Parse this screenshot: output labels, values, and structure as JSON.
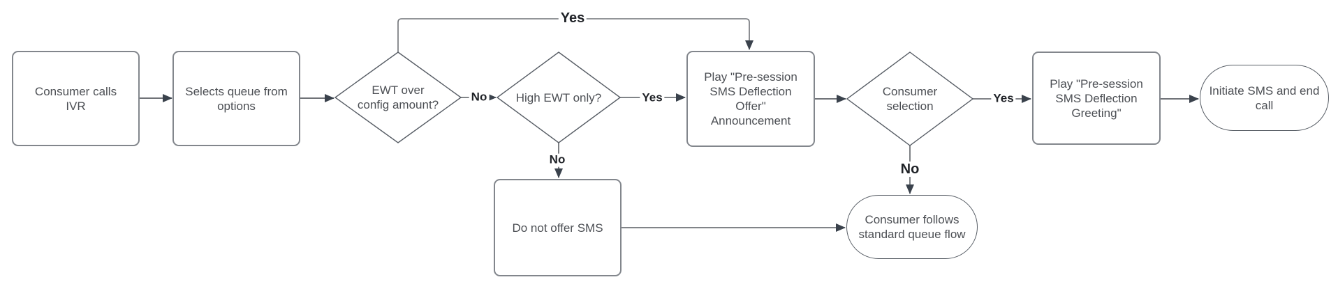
{
  "diagram": {
    "type": "flowchart",
    "background": "#ffffff",
    "colors": {
      "process_border": "#82868c",
      "decision_border": "#565c64",
      "terminator_border": "#565c64",
      "edge_line": "#6f7277",
      "arrowhead": "#3a424c",
      "node_text": "#4c4f54",
      "edge_label_text": "#1f2227"
    },
    "nodes": [
      {
        "id": "consumer-calls-ivr",
        "type": "process",
        "label": "Consumer calls\nIVR"
      },
      {
        "id": "selects-queue-from-options",
        "type": "process",
        "label": "Selects queue from\noptions"
      },
      {
        "id": "ewt-over-config-amount",
        "type": "decision",
        "label": "EWT over\nconfig amount?"
      },
      {
        "id": "high-ewt-only",
        "type": "decision",
        "label": "High EWT only?"
      },
      {
        "id": "play-pre-session-sms-deflection-offer",
        "type": "process",
        "label": "Play \"Pre-session\nSMS Deflection\nOffer\"\nAnnouncement"
      },
      {
        "id": "consumer-selection",
        "type": "decision",
        "label": "Consumer\nselection"
      },
      {
        "id": "play-pre-session-sms-deflection-greeting",
        "type": "process",
        "label": "Play \"Pre-session\nSMS Deflection\nGreeting\""
      },
      {
        "id": "initiate-sms-and-end-call",
        "type": "terminator",
        "label": "Initiate SMS and end\ncall"
      },
      {
        "id": "do-not-offer-sms",
        "type": "process",
        "label": "Do not offer SMS"
      },
      {
        "id": "consumer-follows-standard-queue-flow",
        "type": "terminator",
        "label": "Consumer follows\nstandard queue flow"
      }
    ],
    "edges": [
      {
        "from": "consumer-calls-ivr",
        "to": "selects-queue-from-options",
        "label": ""
      },
      {
        "from": "selects-queue-from-options",
        "to": "ewt-over-config-amount",
        "label": ""
      },
      {
        "from": "ewt-over-config-amount",
        "to": "high-ewt-only",
        "label": "No"
      },
      {
        "from": "ewt-over-config-amount",
        "to": "play-pre-session-sms-deflection-offer",
        "label": "Yes"
      },
      {
        "from": "high-ewt-only",
        "to": "play-pre-session-sms-deflection-offer",
        "label": "Yes"
      },
      {
        "from": "high-ewt-only",
        "to": "do-not-offer-sms",
        "label": "No"
      },
      {
        "from": "play-pre-session-sms-deflection-offer",
        "to": "consumer-selection",
        "label": ""
      },
      {
        "from": "consumer-selection",
        "to": "play-pre-session-sms-deflection-greeting",
        "label": "Yes"
      },
      {
        "from": "consumer-selection",
        "to": "consumer-follows-standard-queue-flow",
        "label": "No"
      },
      {
        "from": "play-pre-session-sms-deflection-greeting",
        "to": "initiate-sms-and-end-call",
        "label": ""
      },
      {
        "from": "do-not-offer-sms",
        "to": "consumer-follows-standard-queue-flow",
        "label": ""
      }
    ],
    "edge_labels": [
      {
        "id": "yes-top",
        "text": "Yes"
      },
      {
        "id": "no-ewt-over-config",
        "text": "No"
      },
      {
        "id": "yes-high-ewt",
        "text": "Yes"
      },
      {
        "id": "yes-consumer-selection",
        "text": "Yes"
      },
      {
        "id": "no-high-ewt",
        "text": "No"
      },
      {
        "id": "no-consumer-selection",
        "text": "No"
      }
    ]
  }
}
